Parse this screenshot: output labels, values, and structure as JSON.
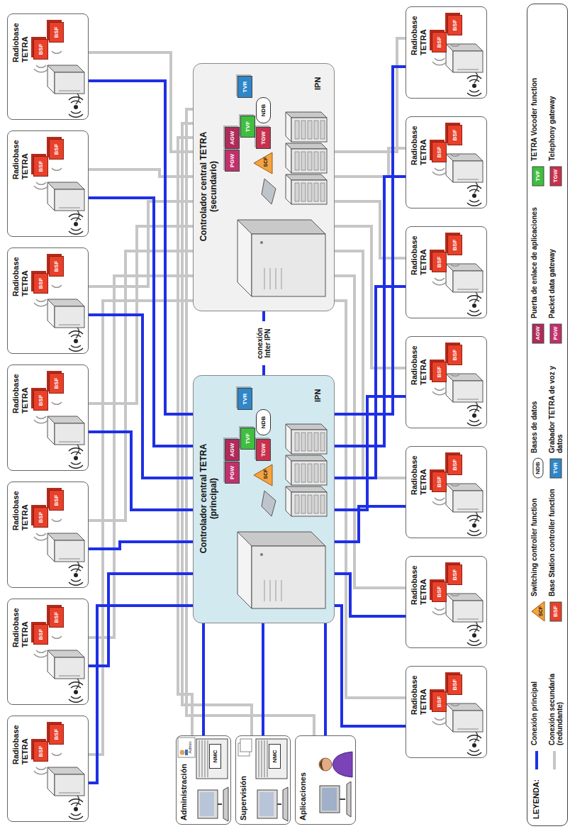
{
  "diagram": {
    "nodes": [
      {
        "text": [
          "Radiobase TETRA"
        ]
      },
      {
        "text": [
          "BSF"
        ],
        "in": 0
      },
      {
        "text": [
          "BSF"
        ],
        "in": 0
      },
      {
        "text": [
          "Radiobase TETRA"
        ]
      },
      {
        "text": [
          "BSF"
        ],
        "in": 3
      },
      {
        "text": [
          "BSF"
        ],
        "in": 3
      },
      {
        "text": [
          "Radiobase TETRA"
        ]
      },
      {
        "text": [
          "BSF"
        ],
        "in": 6
      },
      {
        "text": [
          "BSF"
        ],
        "in": 6
      },
      {
        "text": [
          "Radiobase TETRA"
        ]
      },
      {
        "text": [
          "BSF"
        ],
        "in": 9
      },
      {
        "text": [
          "BSF"
        ],
        "in": 9
      },
      {
        "text": [
          "Radiobase TETRA"
        ]
      },
      {
        "text": [
          "BSF"
        ],
        "in": 12
      },
      {
        "text": [
          "BSF"
        ],
        "in": 12
      },
      {
        "text": [
          "Radiobase TETRA"
        ]
      },
      {
        "text": [
          "BSF"
        ],
        "in": 15
      },
      {
        "text": [
          "BSF"
        ],
        "in": 15
      },
      {
        "text": [
          "Radiobase TETRA"
        ]
      },
      {
        "text": [
          "BSF"
        ],
        "in": 18
      },
      {
        "text": [
          "BSF"
        ],
        "in": 18
      },
      {
        "text": [
          "Controlador central TETRA (principal)"
        ]
      },
      {
        "text": [
          "PGW"
        ],
        "in": 21
      },
      {
        "text": [
          "AGW"
        ],
        "in": 21
      },
      {
        "text": [
          "TVF"
        ],
        "in": 21
      },
      {
        "text": [
          "TGW"
        ],
        "in": 21
      },
      {
        "text": [
          "SCF"
        ],
        "in": 21
      },
      {
        "text": [
          "NDB"
        ],
        "in": 21
      },
      {
        "text": [
          "TVR"
        ],
        "in": 21
      },
      {
        "text": [
          "Controlador central TETRA (secundario)"
        ]
      },
      {
        "text": [
          "PGW"
        ],
        "in": 29
      },
      {
        "text": [
          "AGW"
        ],
        "in": 29
      },
      {
        "text": [
          "TVF"
        ],
        "in": 29
      },
      {
        "text": [
          "TGW"
        ],
        "in": 29
      },
      {
        "text": [
          "SCF"
        ],
        "in": 29
      },
      {
        "text": [
          "NDB"
        ],
        "in": 29
      },
      {
        "text": [
          "TVR"
        ],
        "in": 29
      },
      {
        "text": [
          "Administración"
        ]
      },
      {
        "text": [
          "NMC"
        ],
        "in": 37
      },
      {
        "text": [
          "Supervisión"
        ]
      },
      {
        "text": [
          "NMC"
        ],
        "in": 39
      },
      {
        "text": [
          "Aplicaciones"
        ]
      },
      {
        "text": [
          "Radiobase TETRA"
        ]
      },
      {
        "text": [
          "BSF"
        ],
        "in": 42
      },
      {
        "text": [
          "BSF"
        ],
        "in": 42
      },
      {
        "text": [
          "Radiobase TETRA"
        ]
      },
      {
        "text": [
          "BSF"
        ],
        "in": 45
      },
      {
        "text": [
          "BSF"
        ],
        "in": 45
      },
      {
        "text": [
          "Radiobase TETRA"
        ]
      },
      {
        "text": [
          "BSF"
        ],
        "in": 48
      },
      {
        "text": [
          "BSF"
        ],
        "in": 48
      },
      {
        "text": [
          "Radiobase TETRA"
        ]
      },
      {
        "text": [
          "BSF"
        ],
        "in": 51
      },
      {
        "text": [
          "BSF"
        ],
        "in": 51
      },
      {
        "text": [
          "Radiobase TETRA"
        ]
      },
      {
        "text": [
          "BSF"
        ],
        "in": 54
      },
      {
        "text": [
          "BSF"
        ],
        "in": 54
      },
      {
        "text": [
          "Radiobase TETRA"
        ]
      },
      {
        "text": [
          "BSF"
        ],
        "in": 57
      },
      {
        "text": [
          "BSF"
        ],
        "in": 57
      },
      {
        "text": [
          "Radiobase TETRA"
        ]
      },
      {
        "text": [
          "BSF"
        ],
        "in": 60
      },
      {
        "text": [
          "BSF"
        ],
        "in": 60
      }
    ],
    "edges": [
      {
        "from": 0,
        "to": 21,
        "arrow": "none"
      },
      {
        "from": 3,
        "to": 21,
        "arrow": "none"
      },
      {
        "from": 6,
        "to": 21,
        "arrow": "none"
      },
      {
        "from": 9,
        "to": 21,
        "arrow": "none"
      },
      {
        "from": 12,
        "to": 21,
        "arrow": "none"
      },
      {
        "from": 15,
        "to": 21,
        "arrow": "none"
      },
      {
        "from": 18,
        "to": 21,
        "arrow": "none"
      },
      {
        "from": 42,
        "to": 21,
        "arrow": "none"
      },
      {
        "from": 45,
        "to": 21,
        "arrow": "none"
      },
      {
        "from": 48,
        "to": 21,
        "arrow": "none"
      },
      {
        "from": 51,
        "to": 21,
        "arrow": "none"
      },
      {
        "from": 54,
        "to": 21,
        "arrow": "none"
      },
      {
        "from": 57,
        "to": 21,
        "arrow": "none"
      },
      {
        "from": 60,
        "to": 21,
        "arrow": "none"
      },
      {
        "from": 37,
        "to": 21,
        "arrow": "none"
      },
      {
        "from": 39,
        "to": 21,
        "arrow": "none"
      },
      {
        "from": 41,
        "to": 21,
        "arrow": "none"
      },
      {
        "from": 21,
        "to": 29,
        "arrow": "none",
        "label": "conexión Inter IPN"
      },
      {
        "from": 0,
        "to": 29,
        "arrow": "none"
      },
      {
        "from": 3,
        "to": 29,
        "arrow": "none"
      },
      {
        "from": 6,
        "to": 29,
        "arrow": "none"
      },
      {
        "from": 9,
        "to": 29,
        "arrow": "none"
      },
      {
        "from": 12,
        "to": 29,
        "arrow": "none"
      },
      {
        "from": 15,
        "to": 29,
        "arrow": "none"
      },
      {
        "from": 18,
        "to": 29,
        "arrow": "none"
      },
      {
        "from": 42,
        "to": 29,
        "arrow": "none"
      },
      {
        "from": 45,
        "to": 29,
        "arrow": "none"
      },
      {
        "from": 48,
        "to": 29,
        "arrow": "none"
      },
      {
        "from": 51,
        "to": 29,
        "arrow": "none"
      },
      {
        "from": 54,
        "to": 29,
        "arrow": "none"
      },
      {
        "from": 57,
        "to": 29,
        "arrow": "none"
      },
      {
        "from": 60,
        "to": 29,
        "arrow": "none"
      },
      {
        "from": 37,
        "to": 29,
        "arrow": "none"
      },
      {
        "from": 39,
        "to": 29,
        "arrow": "none"
      },
      {
        "from": 41,
        "to": 29,
        "arrow": "none"
      }
    ],
    "labels": [
      "IPN",
      "IPN",
      "Admin",
      "LEYENDA:",
      "SCF",
      "BSF",
      "NDB",
      "TVR",
      "AGW",
      "PGW",
      "TVF",
      "TGW"
    ],
    "legend": [
      {
        "text": "Conexión principal"
      },
      {
        "text": "Conexión secundaria (redundante)"
      },
      {
        "text": "Switching controller function"
      },
      {
        "text": "Base Station controller function"
      },
      {
        "text": "Bases de datos"
      },
      {
        "text": "Grabador TETRA de voz y datos"
      },
      {
        "text": "Puerta de enlace de aplicaciones"
      },
      {
        "text": "Packet data gateway"
      },
      {
        "text": "TETRA Vocoder function"
      },
      {
        "text": "Telephony gateway"
      }
    ]
  }
}
